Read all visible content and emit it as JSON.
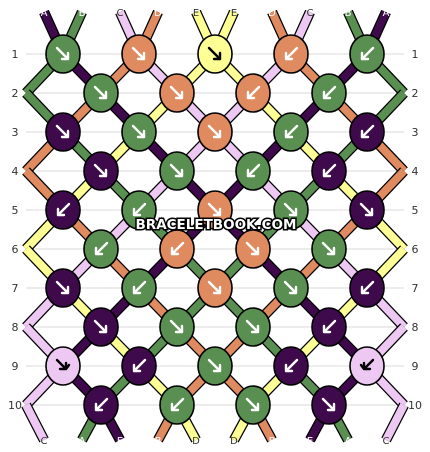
{
  "colors": {
    "A": "#3f0a4c",
    "B": "#5a8f52",
    "C": "#edc8f2",
    "D": "#df8a5f",
    "E": "#fdfe94"
  },
  "top_strings": [
    "A",
    "B",
    "C",
    "D",
    "E",
    "E",
    "D",
    "C",
    "B",
    "A"
  ],
  "bottom_strings": [
    "C",
    "A",
    "E",
    "B",
    "D",
    "D",
    "B",
    "E",
    "A",
    "C"
  ],
  "row_labels": [
    "1",
    "2",
    "3",
    "4",
    "5",
    "6",
    "7",
    "8",
    "9",
    "10"
  ],
  "knot_rows": [
    [
      {
        "color": "B",
        "dir": "f"
      },
      {
        "color": "D",
        "dir": "f"
      },
      {
        "color": "E",
        "dir": "f"
      },
      {
        "color": "D",
        "dir": "b"
      },
      {
        "color": "B",
        "dir": "b"
      }
    ],
    [
      {
        "color": "B",
        "dir": "f"
      },
      {
        "color": "D",
        "dir": "f"
      },
      {
        "color": "D",
        "dir": "b"
      },
      {
        "color": "B",
        "dir": "b"
      }
    ],
    [
      {
        "color": "A",
        "dir": "f"
      },
      {
        "color": "B",
        "dir": "f"
      },
      {
        "color": "D",
        "dir": "f"
      },
      {
        "color": "B",
        "dir": "b"
      },
      {
        "color": "A",
        "dir": "b"
      }
    ],
    [
      {
        "color": "A",
        "dir": "f"
      },
      {
        "color": "B",
        "dir": "f"
      },
      {
        "color": "B",
        "dir": "b"
      },
      {
        "color": "A",
        "dir": "b"
      }
    ],
    [
      {
        "color": "A",
        "dir": "b"
      },
      {
        "color": "B",
        "dir": "b"
      },
      {
        "color": "D",
        "dir": "f"
      },
      {
        "color": "B",
        "dir": "f"
      },
      {
        "color": "A",
        "dir": "f"
      }
    ],
    [
      {
        "color": "B",
        "dir": "b"
      },
      {
        "color": "D",
        "dir": "b"
      },
      {
        "color": "D",
        "dir": "f"
      },
      {
        "color": "B",
        "dir": "f"
      }
    ],
    [
      {
        "color": "A",
        "dir": "f"
      },
      {
        "color": "B",
        "dir": "b"
      },
      {
        "color": "D",
        "dir": "f"
      },
      {
        "color": "B",
        "dir": "f"
      },
      {
        "color": "A",
        "dir": "b"
      }
    ],
    [
      {
        "color": "A",
        "dir": "f"
      },
      {
        "color": "B",
        "dir": "f"
      },
      {
        "color": "B",
        "dir": "f"
      },
      {
        "color": "A",
        "dir": "b"
      }
    ],
    [
      {
        "color": "C",
        "dir": "rf"
      },
      {
        "color": "A",
        "dir": "b"
      },
      {
        "color": "B",
        "dir": "f"
      },
      {
        "color": "A",
        "dir": "b"
      },
      {
        "color": "C",
        "dir": "rb"
      }
    ],
    [
      {
        "color": "A",
        "dir": "b"
      },
      {
        "color": "B",
        "dir": "b"
      },
      {
        "color": "B",
        "dir": "f"
      },
      {
        "color": "A",
        "dir": "f"
      }
    ]
  ],
  "watermark": "BRACELETBOOK.COM"
}
